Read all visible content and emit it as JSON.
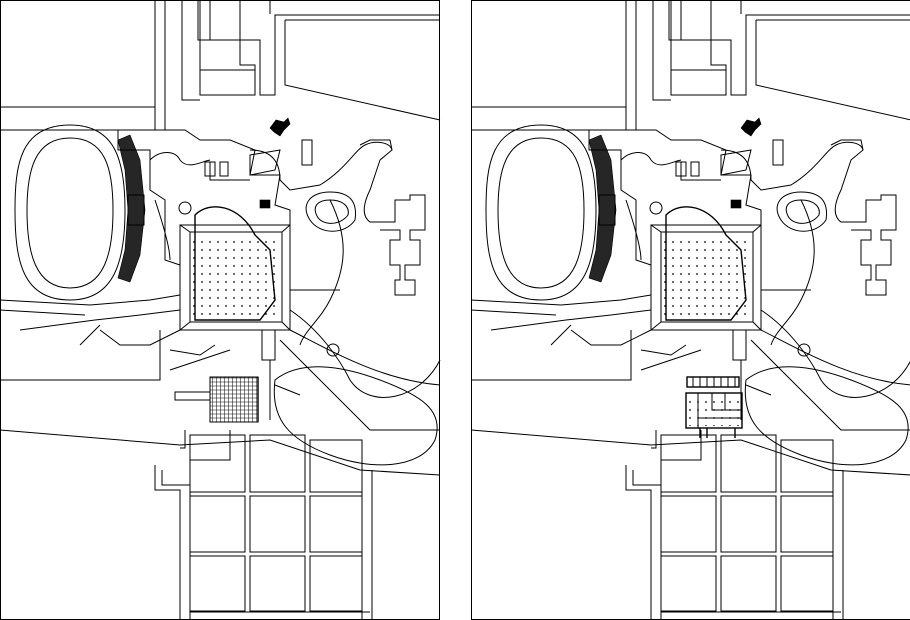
{
  "panels": [
    {
      "id": "left",
      "variant": "schematic-block"
    },
    {
      "id": "right",
      "variant": "detailed-plan"
    }
  ],
  "colors": {
    "background": "#ffffff",
    "linework": "#000000"
  }
}
